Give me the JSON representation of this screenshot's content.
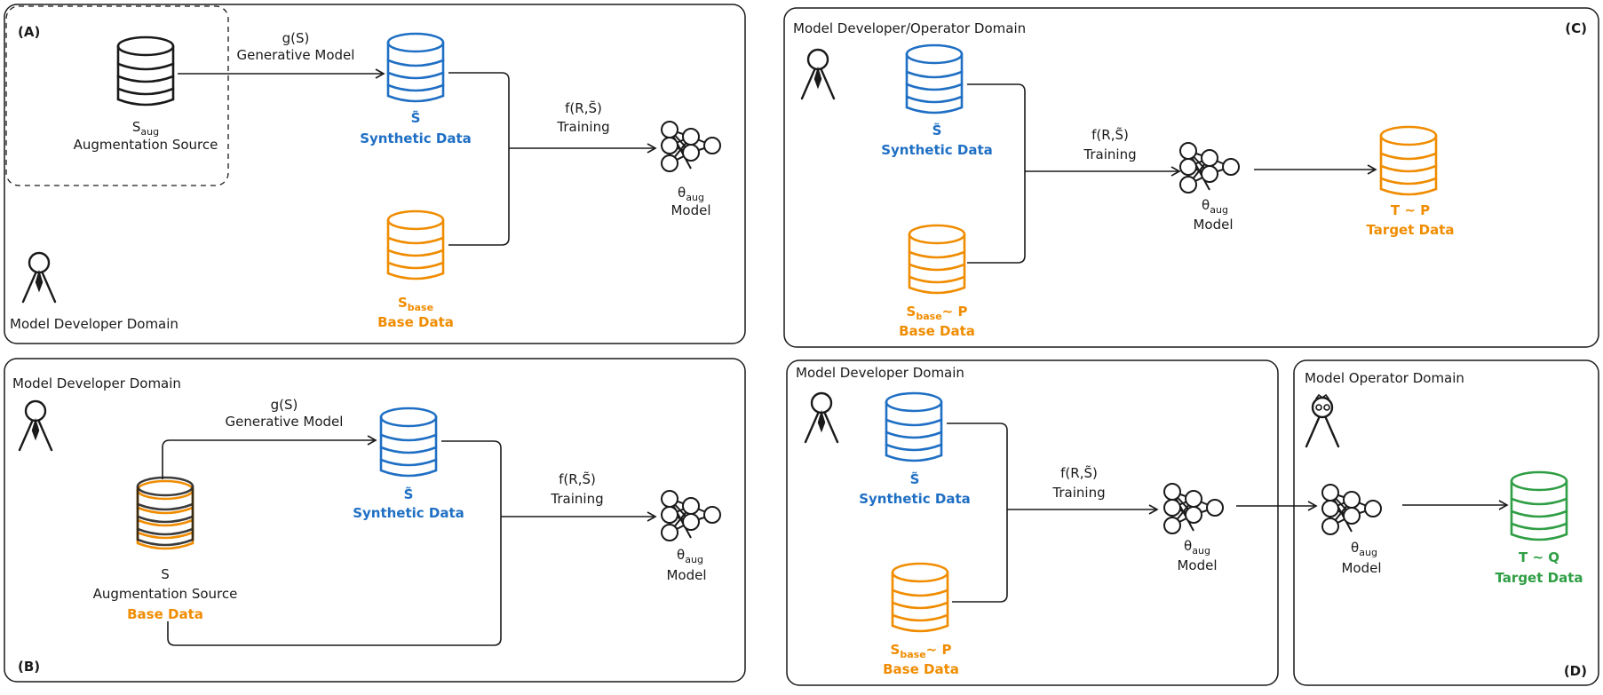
{
  "colors": {
    "blue": "#1f6fc4",
    "orange": "#f08c00",
    "green": "#2f9e44",
    "ink": "#1a1a1a"
  },
  "icons": [
    "database-icon",
    "neural-network-icon",
    "person-icon",
    "operator-person-icon"
  ],
  "panelA": {
    "tag": "(A)",
    "domain": "Model Developer Domain",
    "source_symbol": "S",
    "source_sub": "aug",
    "source_label": "Augmentation Source",
    "gen_formula": "g(S)",
    "gen_label": "Generative Model",
    "synthetic_symbol": "S̃",
    "synthetic_label": "Synthetic Data",
    "base_symbol": "S",
    "base_sub": "base",
    "base_label": "Base Data",
    "train_formula": "f(R,S̃)",
    "train_label": "Training",
    "model_symbol": "θ",
    "model_sub": "aug",
    "model_label": "Model"
  },
  "panelB": {
    "tag": "(B)",
    "domain": "Model Developer Domain",
    "gen_formula": "g(S)",
    "gen_label": "Generative Model",
    "source_symbol": "S",
    "source_label": "Augmentation Source",
    "base_label": "Base Data",
    "synthetic_symbol": "S̃",
    "synthetic_label": "Synthetic Data",
    "train_formula": "f(R,S̃)",
    "train_label": "Training",
    "model_symbol": "θ",
    "model_sub": "aug",
    "model_label": "Model"
  },
  "panelC": {
    "tag": "(C)",
    "domain": "Model Developer/Operator Domain",
    "synthetic_symbol": "S̃",
    "synthetic_label": "Synthetic Data",
    "base_symbol": "S",
    "base_sub": "base",
    "base_dist": "~ P",
    "base_label": "Base Data",
    "train_formula": "f(R,S̃)",
    "train_label": "Training",
    "model_symbol": "θ",
    "model_sub": "aug",
    "model_label": "Model",
    "target_symbol": "T ~ P",
    "target_label": "Target Data"
  },
  "panelD": {
    "tag": "(D)",
    "domain_dev": "Model Developer Domain",
    "domain_op": "Model Operator Domain",
    "synthetic_symbol": "S̃",
    "synthetic_label": "Synthetic Data",
    "base_symbol": "S",
    "base_sub": "base",
    "base_dist": "~ P",
    "base_label": "Base Data",
    "train_formula": "f(R,S̃)",
    "train_label": "Training",
    "model_symbol": "θ",
    "model_sub": "aug",
    "model_label": "Model",
    "model2_symbol": "θ",
    "model2_sub": "aug",
    "model2_label": "Model",
    "target_symbol": "T ~ Q",
    "target_label": "Target Data"
  }
}
